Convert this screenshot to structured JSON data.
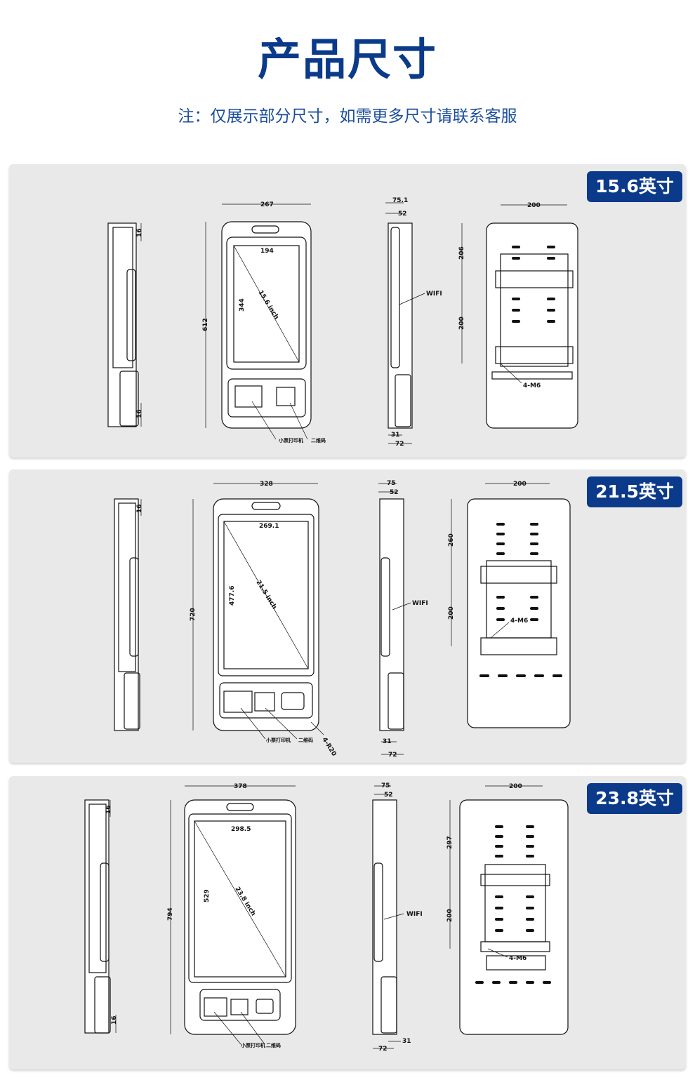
{
  "header": {
    "title": "产品尺寸",
    "note": "注：仅展示部分尺寸，如需更多尺寸请联系客服"
  },
  "panels": [
    {
      "size_label": "15.6英寸",
      "front_width": "267",
      "screen_width": "194",
      "screen_height": "344",
      "diagonal": "15.6 inch",
      "total_height": "612",
      "side_top_margin": "16",
      "side_bottom_margin": "16",
      "depth_total": "75.1",
      "depth_body": "52",
      "wifi": "WIFI",
      "base_31": "31",
      "base_72": "72",
      "back_width": "200",
      "back_h1": "206",
      "back_h2": "200",
      "screw": "4-M6",
      "printer": "小票打印机",
      "scanner": "二维码"
    },
    {
      "size_label": "21.5英寸",
      "front_width": "328",
      "screen_width": "269.1",
      "screen_height": "477.6",
      "diagonal": "21.5 inch",
      "total_height": "720",
      "side_top_margin": "16",
      "depth_total": "75",
      "depth_body": "52",
      "wifi": "WIFI",
      "base_31": "31",
      "base_72": "72",
      "back_width": "200",
      "back_h1": "260",
      "back_h2": "200",
      "screw": "4-M6",
      "printer": "小票打印机",
      "scanner": "二维码",
      "corner": "4-R20"
    },
    {
      "size_label": "23.8英寸",
      "front_width": "378",
      "screen_width": "298.5",
      "screen_height": "529",
      "diagonal": "23.8 inch",
      "total_height": "794",
      "side_top_margin": "16",
      "side_bottom_margin": "16",
      "depth_total": "75",
      "depth_body": "52",
      "wifi": "WIFI",
      "base_31": "31",
      "base_72": "72",
      "back_width": "200",
      "back_h1": "297",
      "back_h2": "200",
      "screw": "4-M6",
      "printer": "小票打印机",
      "scanner": "二维码"
    }
  ]
}
